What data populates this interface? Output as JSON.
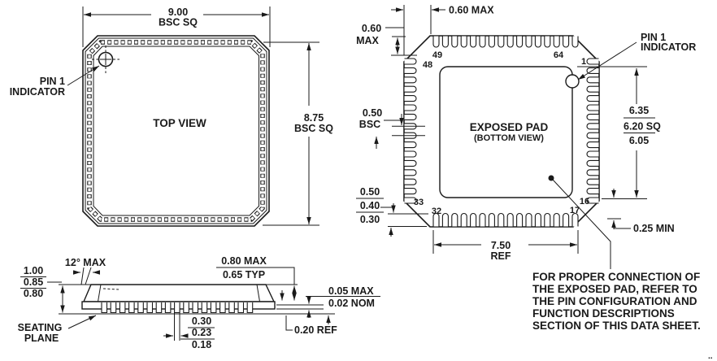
{
  "colors": {
    "line": "#1a1a1a",
    "background": "#ffffff"
  },
  "top_view": {
    "title": "TOP VIEW",
    "pin1_line1": "PIN 1",
    "pin1_line2": "INDICATOR",
    "width_value": "9.00",
    "width_qual": "BSC SQ",
    "height_value": "8.75",
    "height_qual": "BSC SQ"
  },
  "bottom_view": {
    "title": "EXPOSED PAD",
    "subtitle": "(BOTTOM VIEW)",
    "pin1_line1": "PIN 1",
    "pin1_line2": "INDICATOR",
    "pins": {
      "p49": "49",
      "p64": "64",
      "p48": "48",
      "p1": "1",
      "p33": "33",
      "p32": "32",
      "p17": "17",
      "p16": "16"
    },
    "dims": {
      "top_offset": "0.60 MAX",
      "chamfer_value": "0.60",
      "chamfer_qual": "MAX",
      "pitch_value": "0.50",
      "pitch_qual": "BSC",
      "lead_length": [
        "0.50",
        "0.40",
        "0.30"
      ],
      "pad_size": [
        "6.35",
        "6.20 SQ",
        "6.05"
      ],
      "pad_clearance": "0.25 MIN",
      "lead_span_value": "7.50",
      "lead_span_qual": "REF"
    },
    "note": [
      "FOR PROPER CONNECTION OF",
      "THE EXPOSED PAD, REFER TO",
      "THE PIN CONFIGURATION AND",
      "FUNCTION DESCRIPTIONS",
      "SECTION OF THIS DATA SHEET."
    ]
  },
  "side_view": {
    "seating_line1": "SEATING",
    "seating_line2": "PLANE",
    "dims": {
      "height": [
        "1.00",
        "0.85",
        "0.80"
      ],
      "angle": "12° MAX",
      "body": [
        "0.80 MAX",
        "0.65 TYP"
      ],
      "standoff": [
        "0.05 MAX",
        "0.02 NOM"
      ],
      "lead_width": [
        "0.30",
        "0.23",
        "0.18"
      ],
      "thickness": "0.20 REF"
    }
  },
  "misc": {
    "artifact": ".."
  }
}
